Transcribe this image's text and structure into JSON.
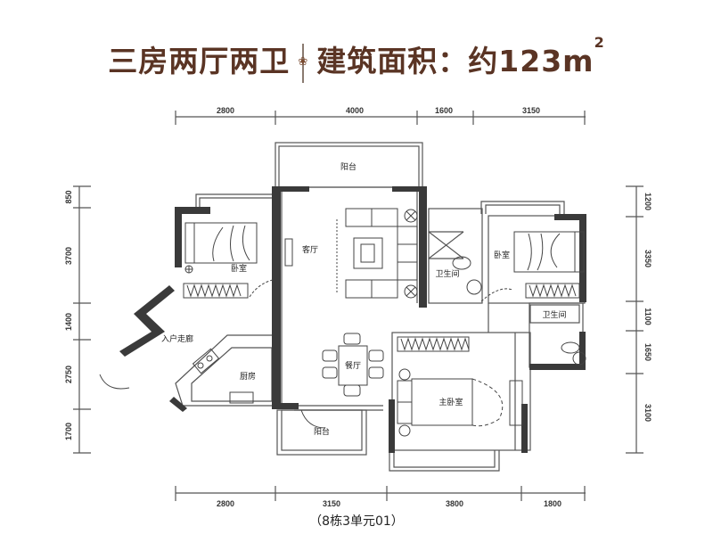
{
  "title": {
    "layout": "三房两厅两卫",
    "ornament": "❀",
    "area_label": "建筑面积：约123m",
    "area_sup": "2",
    "color": "#5a3424"
  },
  "dimensions": {
    "top": [
      "2800",
      "4000",
      "1600",
      "3150"
    ],
    "bottom": [
      "2800",
      "3150",
      "3800",
      "1800"
    ],
    "left": [
      "850",
      "3700",
      "1400",
      "2750",
      "1700"
    ],
    "right": [
      "1200",
      "3350",
      "1100",
      "1650",
      "3100"
    ]
  },
  "rooms": {
    "balcony_north": "阳台",
    "living_room": "客厅",
    "bedroom_west": "卧室",
    "bedroom_east": "卧室",
    "bathroom_1": "卫生间",
    "bathroom_2": "卫生间",
    "entry_hall": "入户走廊",
    "kitchen": "厨房",
    "dining_room": "餐厅",
    "balcony_south": "阳台",
    "master_bedroom": "主卧室"
  },
  "unit_label": "（8栋3单元01）",
  "colors": {
    "wall": "#3a3a3a",
    "line": "#555555",
    "dim_line": "#555555"
  }
}
